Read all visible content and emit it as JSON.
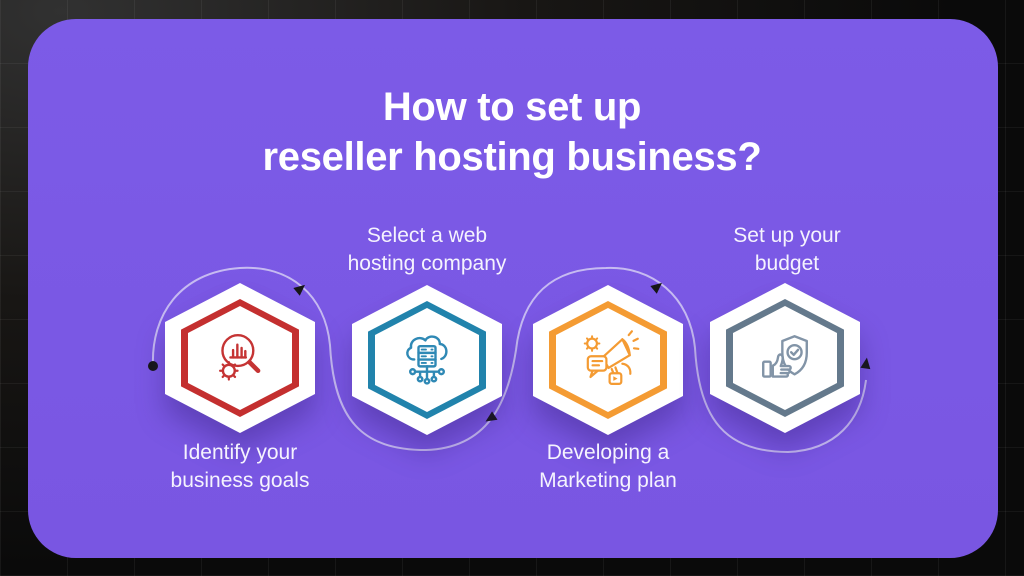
{
  "title": {
    "line1": "How to set up",
    "line2": "reseller hosting business?"
  },
  "steps": [
    {
      "label_line1": "Identify your",
      "label_line2": "business goals",
      "label_position": "below",
      "border_color": "#C42F2F",
      "icon_color": "#C53434",
      "icon": "magnifier-bar-chart-gear-icon"
    },
    {
      "label_line1": "Select a web",
      "label_line2": "hosting company",
      "label_position": "above",
      "border_color": "#2183AC",
      "icon_color": "#2F89B5",
      "icon": "cloud-server-network-icon"
    },
    {
      "label_line1": "Developing a",
      "label_line2": "Marketing plan",
      "label_position": "below",
      "border_color": "#F49B33",
      "icon_color": "#F49B33",
      "icon": "megaphone-gear-chat-icon"
    },
    {
      "label_line1": "Set up your",
      "label_line2": "budget",
      "label_position": "above",
      "border_color": "#64798C",
      "icon_color": "#8294A7",
      "icon": "thumbs-up-shield-check-icon"
    }
  ],
  "colors": {
    "page_background": "#0D0C0A",
    "card_background": "#7C5BE7",
    "title_text": "#FFFFFF",
    "label_text": "#F5F3FE",
    "connector_line": "#D9D3F4",
    "connector_arrow": "#161616",
    "hexagon_fill": "#FFFFFF"
  }
}
